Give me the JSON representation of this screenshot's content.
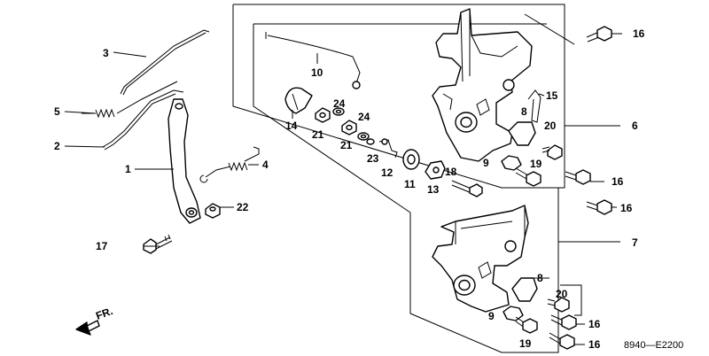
{
  "callouts": {
    "c1": "1",
    "c2": "2",
    "c3": "3",
    "c4": "4",
    "c5": "5",
    "c6": "6",
    "c7": "7",
    "c8a": "8",
    "c8b": "8",
    "c9a": "9",
    "c9b": "9",
    "c10": "10",
    "c11": "11",
    "c12": "12",
    "c13": "13",
    "c14": "14",
    "c15": "15",
    "c16a": "16",
    "c16b": "16",
    "c16c": "16",
    "c16d": "16",
    "c16e": "16",
    "c17": "17",
    "c18": "18",
    "c19a": "19",
    "c19b": "19",
    "c20a": "20",
    "c20b": "20",
    "c21a": "21",
    "c21b": "21",
    "c22": "22",
    "c23": "23",
    "c24a": "24",
    "c24b": "24"
  },
  "front_arrow_label": "FR.",
  "diagram_code": "8940—E2200"
}
